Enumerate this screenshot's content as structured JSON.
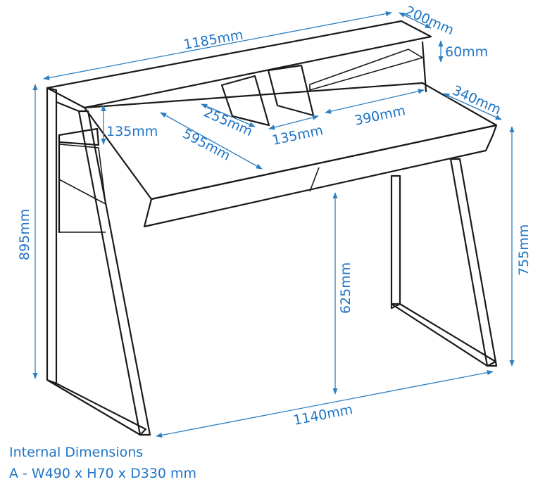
{
  "dimensions": {
    "overall_width": "1185mm",
    "hutch_depth": "200mm",
    "shelf_height": "60mm",
    "top_depth": "340mm",
    "center_compartment_width": "255mm",
    "right_compartment_width": "390mm",
    "left_compartment_height": "135mm",
    "center_compartment_height": "135mm",
    "left_compartment_width": "595mm",
    "overall_height": "895mm",
    "desk_height": "755mm",
    "knee_clearance_height": "625mm",
    "base_width": "1140mm"
  },
  "notes": {
    "heading": "Internal Dimensions",
    "line_a": "A - W490 x H70 x D330 mm"
  }
}
